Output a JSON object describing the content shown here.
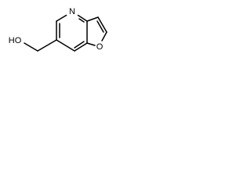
{
  "molecule": {
    "atoms": {
      "nitrogen": "N",
      "ring_oxygen": "O",
      "hydroxyl": "HO"
    }
  }
}
